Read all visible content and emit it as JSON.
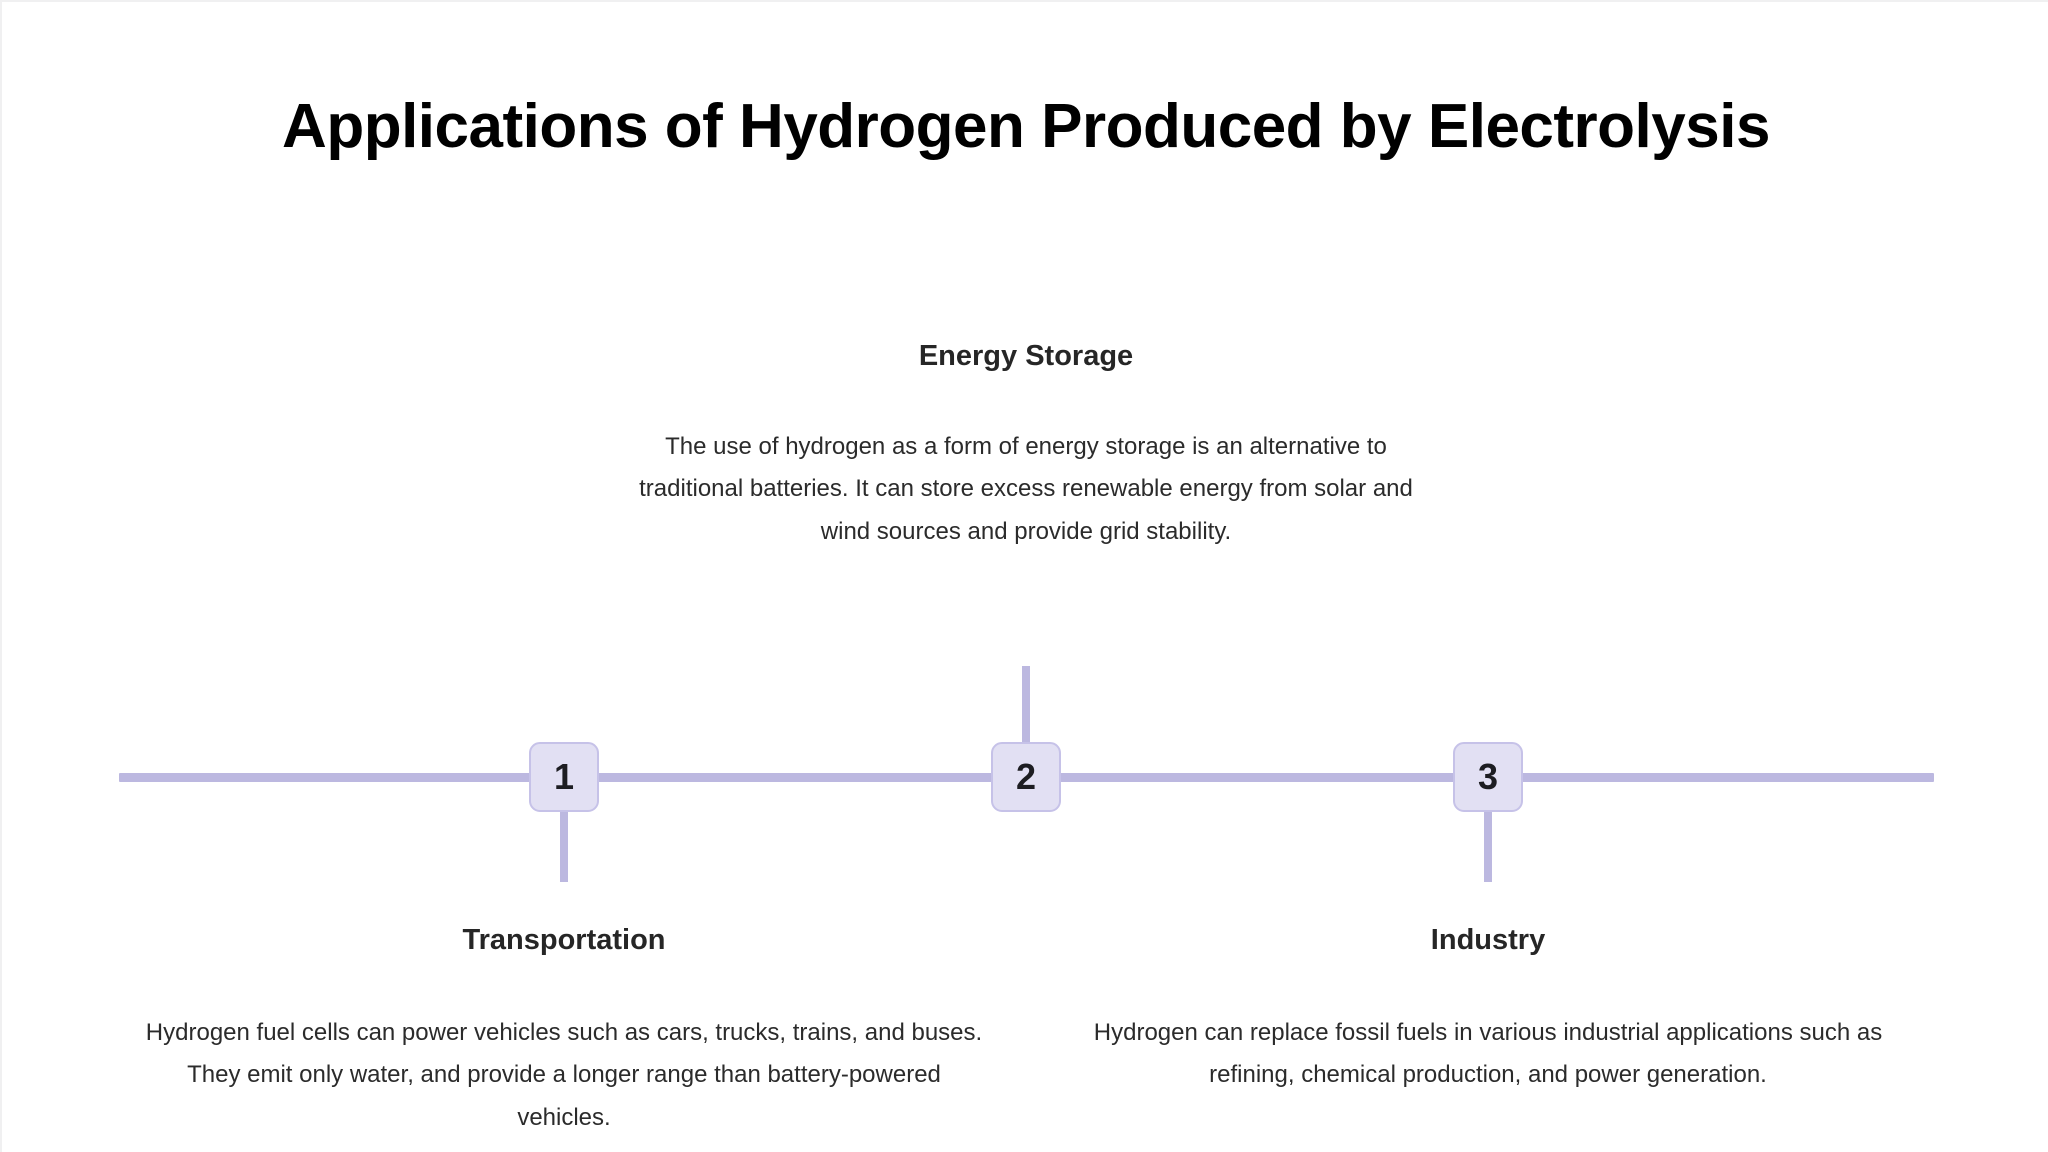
{
  "title": "Applications of Hydrogen Produced by Electrolysis",
  "theme": {
    "background": "#ffffff",
    "accent_line": "#bcb8e0",
    "node_fill": "#e2e0f3",
    "node_border": "#c6c2e8",
    "title_color": "#000000",
    "heading_color": "#262626",
    "body_color": "#2b2b2b"
  },
  "timeline": {
    "nodes": [
      {
        "number": "1",
        "position": "below",
        "heading": "Transportation",
        "body": "Hydrogen fuel cells can power vehicles such as cars, trucks, trains, and buses. They emit only water, and provide a longer range than battery-powered vehicles."
      },
      {
        "number": "2",
        "position": "above",
        "heading": "Energy Storage",
        "body": "The use of hydrogen as a form of energy storage is an alternative to traditional batteries. It can store excess renewable energy from solar and wind sources and provide grid stability."
      },
      {
        "number": "3",
        "position": "below",
        "heading": "Industry",
        "body": "Hydrogen can replace fossil fuels in various industrial applications such as refining, chemical production, and power generation."
      }
    ]
  }
}
